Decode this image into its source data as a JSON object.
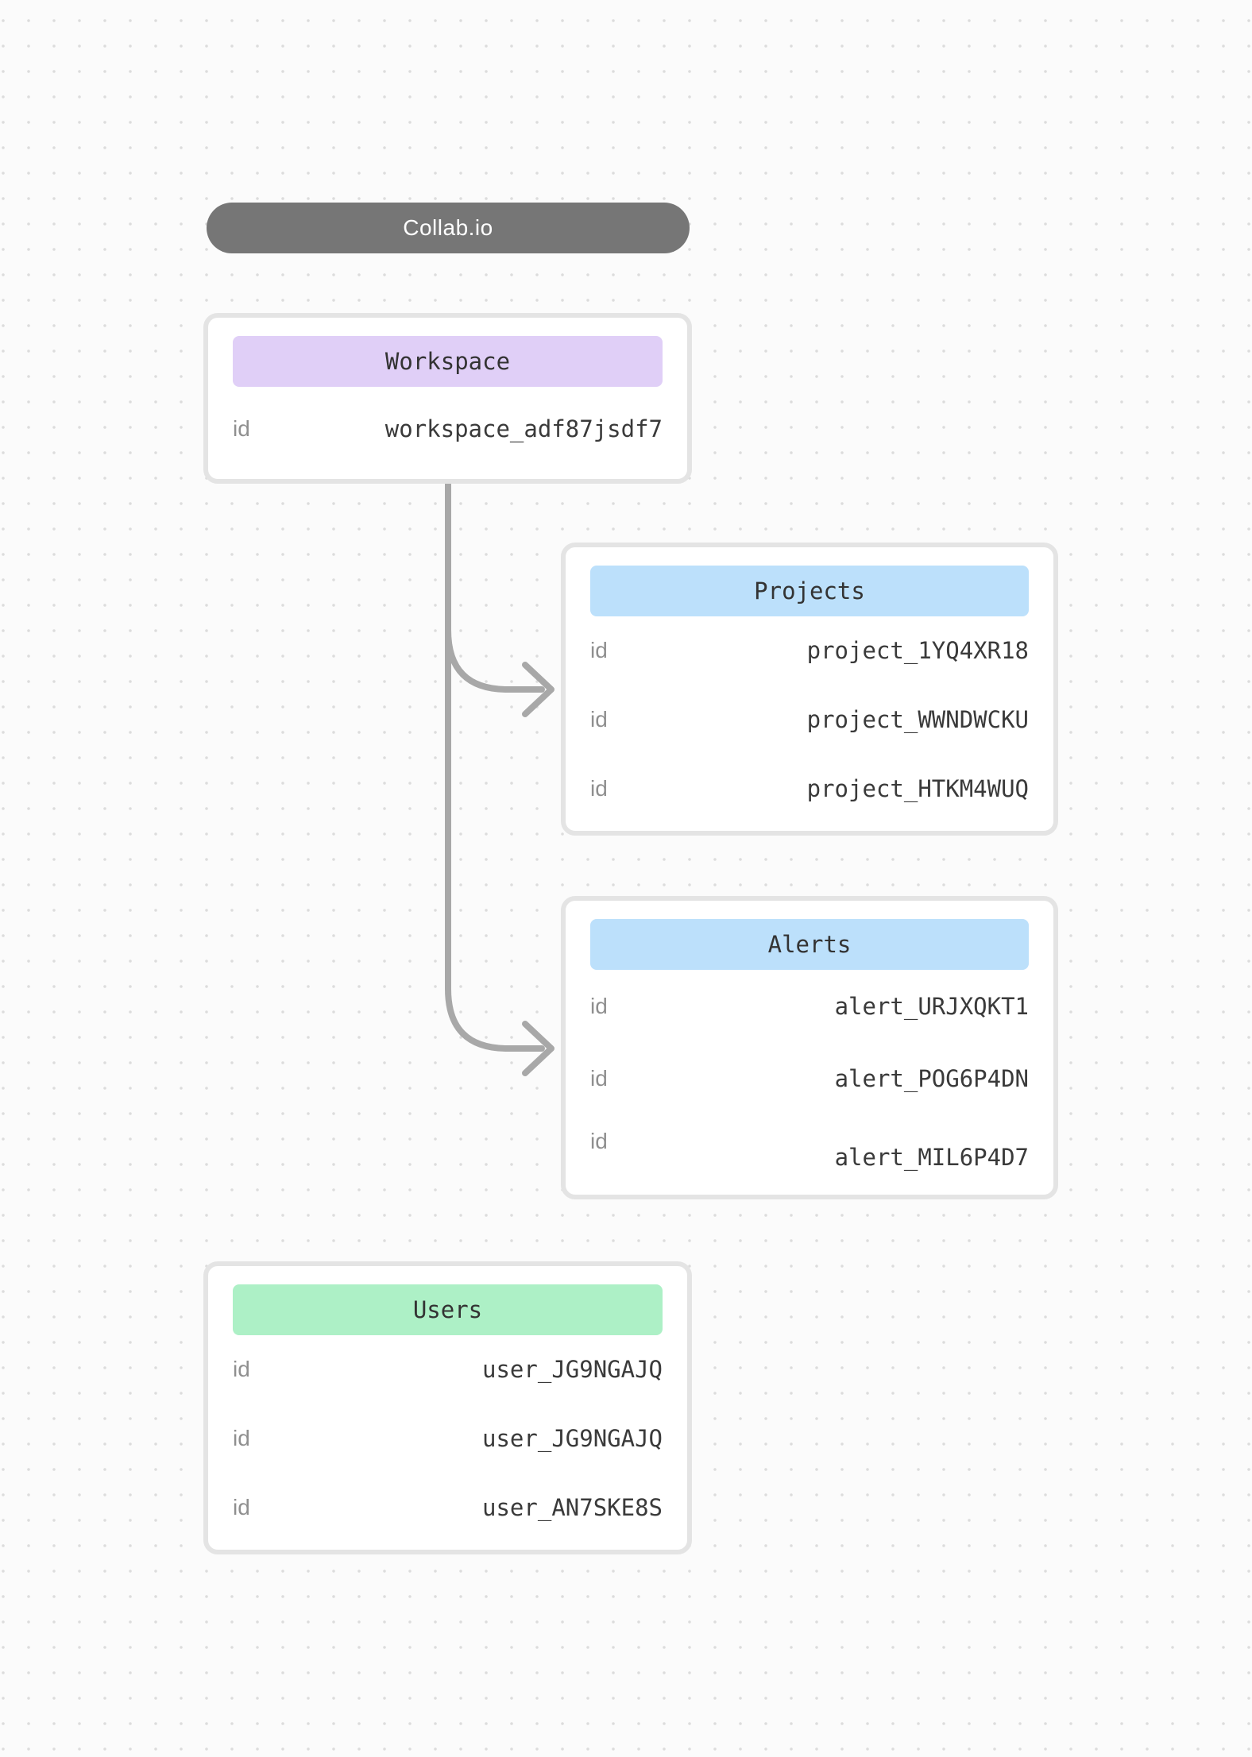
{
  "app_title": "Collab.io",
  "colors": {
    "canvas_bg": "#fbfbfb",
    "dot_grid": "#dcdcdc",
    "pill_bg": "#767676",
    "pill_text": "#ffffff",
    "card_border": "#e4e4e4",
    "workspace_header_bg": "#e0cff7",
    "projects_header_bg": "#bce0fb",
    "alerts_header_bg": "#bce0fb",
    "users_header_bg": "#adf0c6",
    "header_text": "#333333",
    "key_text": "#8f8f8f",
    "value_text": "#3a3a3a",
    "connector": "#a8a8a8"
  },
  "entities": [
    {
      "title": "Workspace",
      "rows": [
        {
          "label": "id",
          "value": "workspace_adf87jsdf7"
        }
      ]
    },
    {
      "title": "Projects",
      "rows": [
        {
          "label": "id",
          "value": "project_1YQ4XR18"
        },
        {
          "label": "id",
          "value": "project_WWNDWCKU"
        },
        {
          "label": "id",
          "value": "project_HTKM4WUQ"
        }
      ]
    },
    {
      "title": "Alerts",
      "rows": [
        {
          "label": "id",
          "value": "alert_URJXQKT1"
        },
        {
          "label": "id",
          "value": "alert_POG6P4DN"
        },
        {
          "label": "id",
          "value": "alert_MIL6P4D7"
        }
      ]
    },
    {
      "title": "Users",
      "rows": [
        {
          "label": "id",
          "value": "user_JG9NGAJQ"
        },
        {
          "label": "id",
          "value": "user_JG9NGAJQ"
        },
        {
          "label": "id",
          "value": "user_AN7SKE8S"
        }
      ]
    }
  ]
}
